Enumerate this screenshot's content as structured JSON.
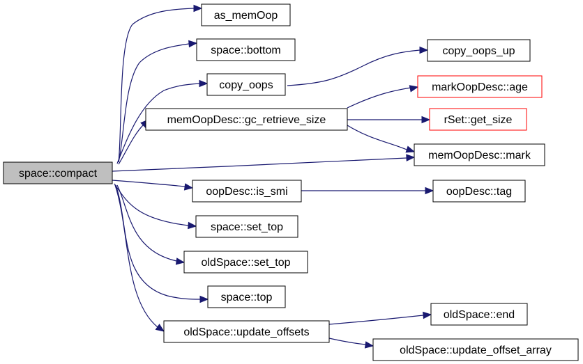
{
  "diagram": {
    "nodes": [
      {
        "id": "compact",
        "label": "space::compact",
        "state": "root"
      },
      {
        "id": "as_memOop",
        "label": "as_memOop",
        "state": "normal"
      },
      {
        "id": "bottom",
        "label": "space::bottom",
        "state": "normal"
      },
      {
        "id": "copy_oops",
        "label": "copy_oops",
        "state": "normal"
      },
      {
        "id": "copy_oops_up",
        "label": "copy_oops_up",
        "state": "normal"
      },
      {
        "id": "age",
        "label": "markOopDesc::age",
        "state": "truncated"
      },
      {
        "id": "gc_retrieve_size",
        "label": "memOopDesc::gc_retrieve_size",
        "state": "normal"
      },
      {
        "id": "get_size",
        "label": "rSet::get_size",
        "state": "truncated"
      },
      {
        "id": "mark",
        "label": "memOopDesc::mark",
        "state": "normal"
      },
      {
        "id": "is_smi",
        "label": "oopDesc::is_smi",
        "state": "normal"
      },
      {
        "id": "tag",
        "label": "oopDesc::tag",
        "state": "normal"
      },
      {
        "id": "set_top",
        "label": "space::set_top",
        "state": "normal"
      },
      {
        "id": "old_set_top",
        "label": "oldSpace::set_top",
        "state": "normal"
      },
      {
        "id": "top",
        "label": "space::top",
        "state": "normal"
      },
      {
        "id": "end",
        "label": "oldSpace::end",
        "state": "normal"
      },
      {
        "id": "update_offsets",
        "label": "oldSpace::update_offsets",
        "state": "normal"
      },
      {
        "id": "update_offset_array",
        "label": "oldSpace::update_offset_array",
        "state": "normal"
      }
    ],
    "edges": [
      {
        "from": "compact",
        "to": "as_memOop"
      },
      {
        "from": "compact",
        "to": "bottom"
      },
      {
        "from": "compact",
        "to": "copy_oops"
      },
      {
        "from": "compact",
        "to": "gc_retrieve_size"
      },
      {
        "from": "compact",
        "to": "mark"
      },
      {
        "from": "compact",
        "to": "is_smi"
      },
      {
        "from": "compact",
        "to": "set_top"
      },
      {
        "from": "compact",
        "to": "old_set_top"
      },
      {
        "from": "compact",
        "to": "top"
      },
      {
        "from": "compact",
        "to": "update_offsets"
      },
      {
        "from": "copy_oops",
        "to": "copy_oops_up"
      },
      {
        "from": "gc_retrieve_size",
        "to": "age"
      },
      {
        "from": "gc_retrieve_size",
        "to": "get_size"
      },
      {
        "from": "gc_retrieve_size",
        "to": "mark"
      },
      {
        "from": "is_smi",
        "to": "tag"
      },
      {
        "from": "update_offsets",
        "to": "end"
      },
      {
        "from": "update_offsets",
        "to": "update_offset_array"
      }
    ],
    "colors": {
      "edge": "#191970",
      "root_fill": "#bfbfbf",
      "normal_border": "#000000",
      "truncated_border": "#ff0000",
      "node_fill": "#ffffff"
    }
  }
}
